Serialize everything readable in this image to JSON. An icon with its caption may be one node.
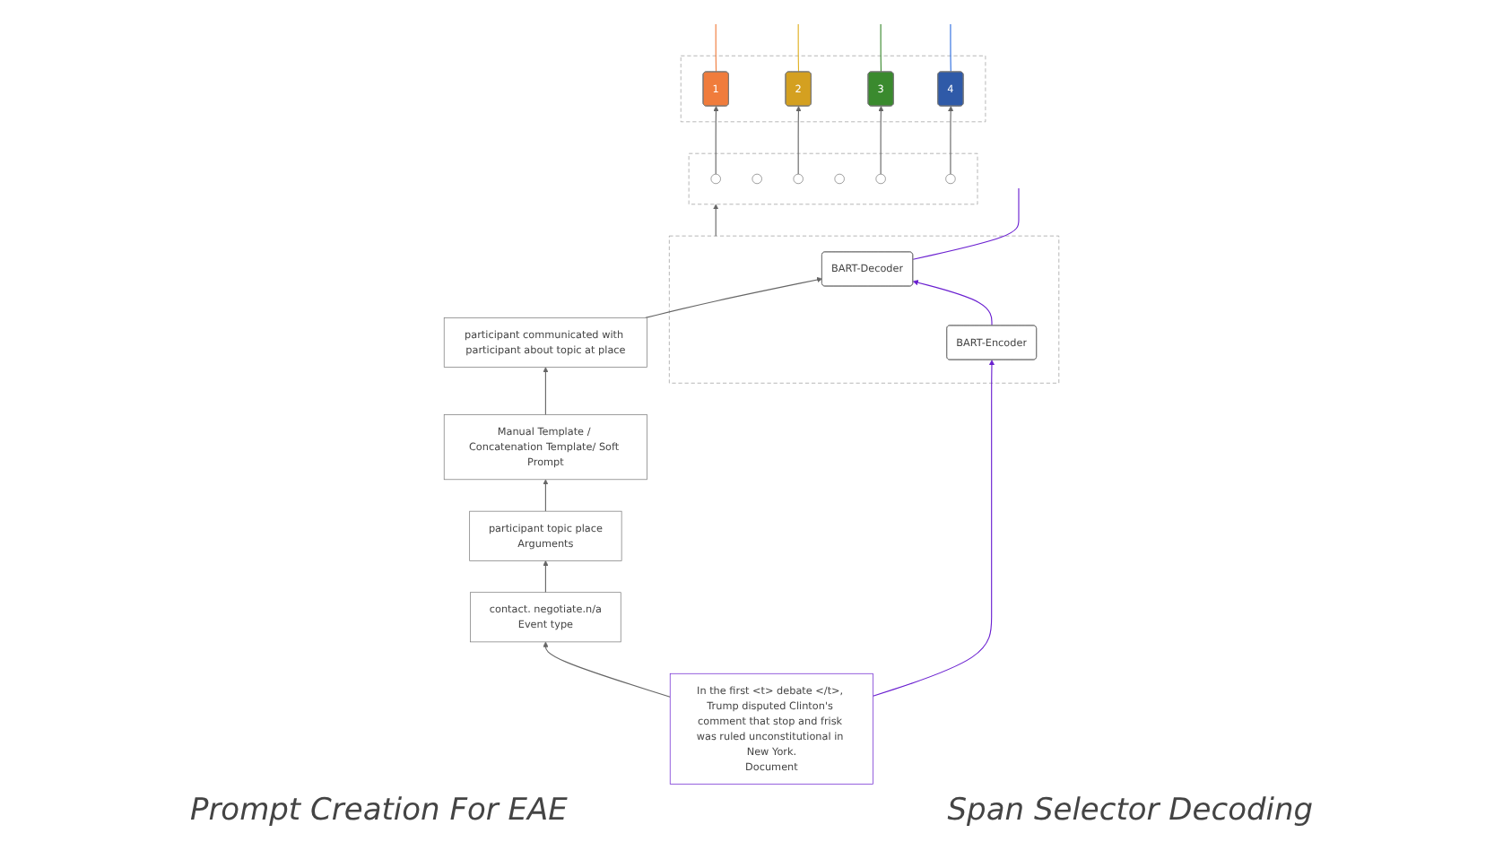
{
  "diagram": {
    "nodes": [
      {
        "text": [
          "participant communicated with participant about topic at place"
        ]
      },
      {
        "text": [
          "Manual Template / Concatenation Template/ Soft Prompt"
        ]
      },
      {
        "text": [
          "participant topic place",
          "Arguments"
        ]
      },
      {
        "text": [
          "contact. negotiate.n/a",
          "Event type"
        ]
      },
      {
        "text": [
          "In the first <t> debate </t>, Trump disputed Clinton's comment that stop and frisk was ruled unconstitutional in New York.",
          "Document"
        ]
      },
      {
        "text": [],
        "shape": "box"
      },
      {
        "text": [
          "BART-Decoder"
        ],
        "in": 5
      },
      {
        "text": [
          "BART-Encoder"
        ],
        "in": 5
      },
      {
        "text": [],
        "shape": "box"
      },
      {
        "text": [],
        "shape": "circle",
        "in": 8
      },
      {
        "text": [],
        "shape": "circle",
        "in": 8
      },
      {
        "text": [],
        "shape": "circle",
        "in": 8
      },
      {
        "text": [],
        "shape": "circle",
        "in": 8
      },
      {
        "text": [],
        "shape": "circle",
        "in": 8
      },
      {
        "text": [],
        "shape": "circle",
        "in": 8
      },
      {
        "text": [],
        "shape": "box"
      },
      {
        "text": [
          "1"
        ],
        "in": 15
      },
      {
        "text": [
          "2"
        ],
        "in": 15
      },
      {
        "text": [
          "3"
        ],
        "in": 15
      },
      {
        "text": [
          "4"
        ],
        "in": 15
      }
    ],
    "edges": [
      {
        "from": 1,
        "to": 0,
        "arrow": "to"
      },
      {
        "from": 2,
        "to": 1,
        "arrow": "to"
      },
      {
        "from": 3,
        "to": 2,
        "arrow": "to"
      },
      {
        "from": 4,
        "to": 3,
        "arrow": "to"
      },
      {
        "from": 0,
        "to": 6,
        "arrow": "to"
      },
      {
        "from": 4,
        "to": 7,
        "arrow": "to",
        "color": "#6a1fd0"
      },
      {
        "from": 7,
        "to": 6,
        "arrow": "to",
        "color": "#6a1fd0"
      },
      {
        "from": 5,
        "to": 8,
        "arrow": "to"
      },
      {
        "from": 9,
        "to": 16,
        "arrow": "to"
      },
      {
        "from": 11,
        "to": 17,
        "arrow": "to"
      },
      {
        "from": 13,
        "to": 18,
        "arrow": "to"
      },
      {
        "from": 14,
        "to": 19,
        "arrow": "to"
      },
      {
        "from": 16,
        "to": null,
        "arrow": "none",
        "color": "#f07c3c"
      },
      {
        "from": 17,
        "to": null,
        "arrow": "none",
        "color": "#e0b020"
      },
      {
        "from": 18,
        "to": null,
        "arrow": "none",
        "color": "#3a8a2e"
      },
      {
        "from": 19,
        "to": null,
        "arrow": "none",
        "color": "#2f6fe0"
      },
      {
        "from": 6,
        "to": null,
        "arrow": "none",
        "color": "#6a1fd0"
      }
    ],
    "labels": [
      "Prompt Creation For EAE",
      "Span Selector Decoding"
    ]
  }
}
